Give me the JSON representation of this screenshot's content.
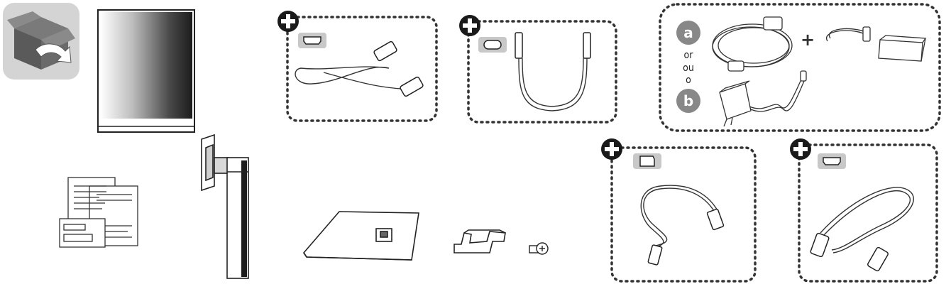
{
  "icons": {
    "box": "box-unpack-icon",
    "optional": "plus-circle-icon",
    "hdmi": "hdmi-port-icon",
    "usbc": "usb-c-port-icon",
    "usbb": "usb-b-port-icon"
  },
  "power_options": {
    "option_a": "a",
    "option_b": "b",
    "or_words": [
      "or",
      "ou",
      "o"
    ],
    "plus_sign": "+"
  },
  "colors": {
    "line": "#333333",
    "badge": "#888888",
    "port_bg": "#c8c8c8",
    "dotted": "#333333"
  }
}
